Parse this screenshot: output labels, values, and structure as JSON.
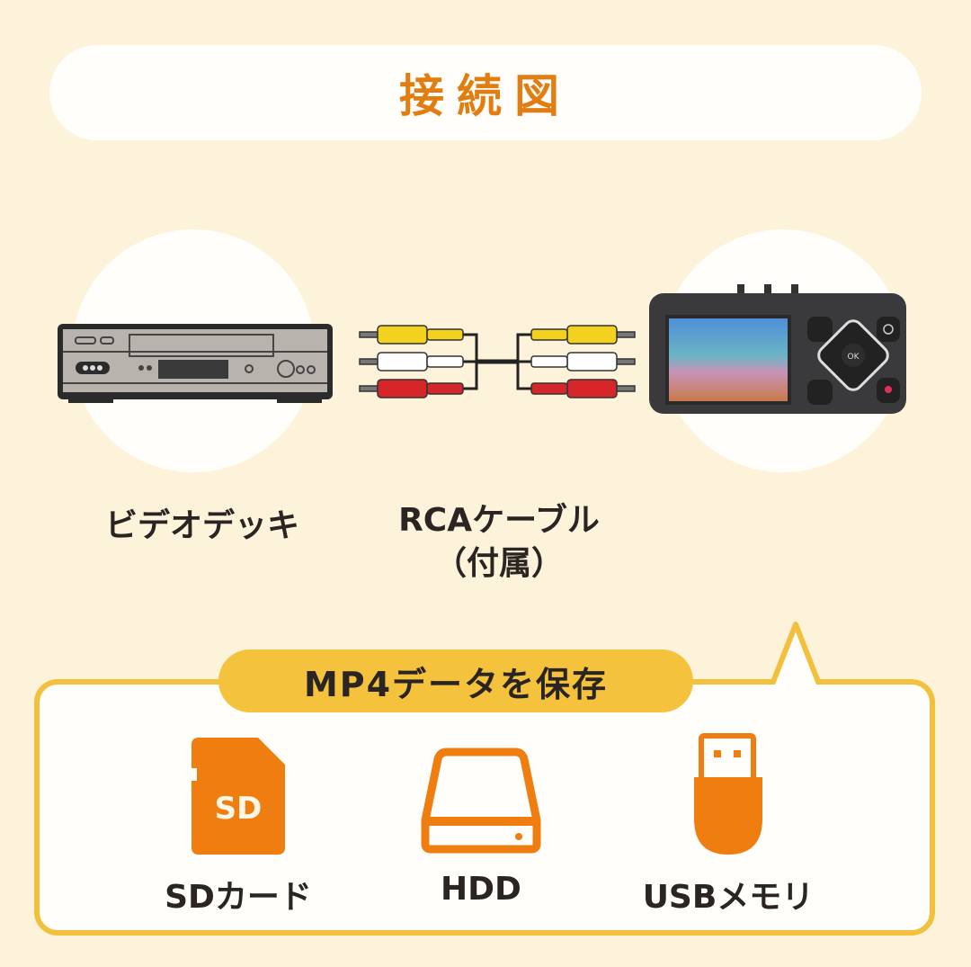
{
  "header": {
    "title": "接続図"
  },
  "devices": [
    {
      "name": "vcr",
      "label": "ビデオデッキ"
    },
    {
      "name": "rca-cable",
      "label_line1": "RCAケーブル",
      "label_line2": "（付属）"
    },
    {
      "name": "video-capture",
      "label": ""
    }
  ],
  "save_section": {
    "title": "MP4データを保存",
    "media": [
      {
        "icon": "sd-card-icon",
        "icon_text": "SD",
        "label": "SDカード"
      },
      {
        "icon": "hdd-icon",
        "label": "HDD"
      },
      {
        "icon": "usb-memory-icon",
        "label": "USBメモリ"
      }
    ]
  },
  "colors": {
    "background": "#fdf3da",
    "title_text": "#e27d12",
    "accent_yellow": "#f3c03e",
    "icon_orange": "#ef7d0f",
    "text_dark": "#2a2522"
  }
}
